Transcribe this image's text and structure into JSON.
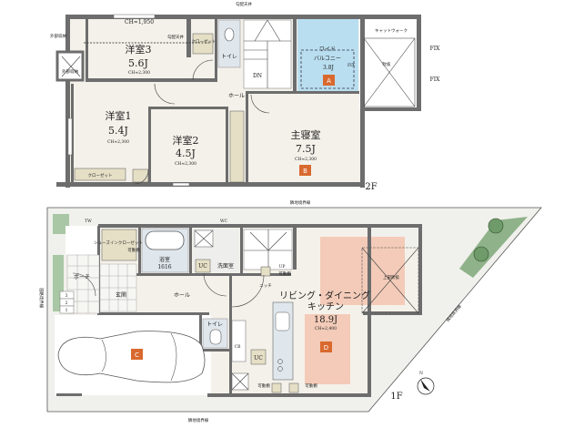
{
  "floor2": {
    "label": "2F",
    "rooms": {
      "western3": {
        "name": "洋室3",
        "size": "5.6J",
        "ch": "CH≈2,300",
        "ch_low": "CH≈1,950"
      },
      "western1": {
        "name": "洋室1",
        "size": "5.4J",
        "ch": "CH≈2,300"
      },
      "western2": {
        "name": "洋室2",
        "size": "4.5J",
        "ch": "CH≈2,300"
      },
      "master": {
        "name": "主寝室",
        "size": "7.5J",
        "ch": "CH≈2,300",
        "badge": "B"
      },
      "balcony": {
        "name_1": "ワイド",
        "name_2": "バルコニー",
        "size": "3.8J",
        "badge": "A",
        "fix": "FIX"
      },
      "toilet": "トイレ",
      "hall": "ホール",
      "stairs_dn": "DN",
      "void": "吹抜",
      "catwalk": "キャットウォーク"
    },
    "closet_small": "クローゼット",
    "closet": "クローゼット",
    "sloped_ceiling": "勾配天井",
    "external_storage": "外部収納",
    "fix_1": "FIX",
    "fix_2": "FIX"
  },
  "floor1": {
    "label": "1F",
    "rooms": {
      "ldk": {
        "name_1": "リビング・ダイニング",
        "name_2": "キッチン",
        "size": "18.9J",
        "ch": "CH≈2,400",
        "badge": "D"
      },
      "bath": {
        "name": "浴室",
        "size": "1616"
      },
      "washroom": "洗面室",
      "entrance": "玄関",
      "hall": "ホール",
      "porch": "ポーチ",
      "toilet": "トイレ",
      "shoe_closet": "シューズインクローゼット",
      "adjustable_shelf": "可動棚",
      "parking_badge": "C"
    },
    "void_above": "上部吹抜",
    "niche": "ニッチ",
    "up": "UP",
    "uc_1": "UC",
    "uc_2": "UC",
    "cb": "CB",
    "tw": "TW",
    "wc": "WC",
    "steps": [
      "1",
      "2",
      "3"
    ],
    "shelf_1": "可動棚",
    "shelf_2": "可動棚",
    "shelf_3": "可動棚"
  },
  "boundaries": {
    "neighbor_top": "隣地境界線",
    "neighbor_bottom": "隣地境界線",
    "neighbor_diag": "隣地境界線",
    "road": "道路境界線"
  },
  "colors": {
    "wall": "#6d6d6d",
    "floor": "#f4f1ea",
    "balcony": "#b9def0",
    "ldk_highlight": "#f3cbb8",
    "badge": "#d9692e",
    "garden": "#f0f0ec",
    "tree": "#6f9a6a"
  },
  "compass": "N"
}
